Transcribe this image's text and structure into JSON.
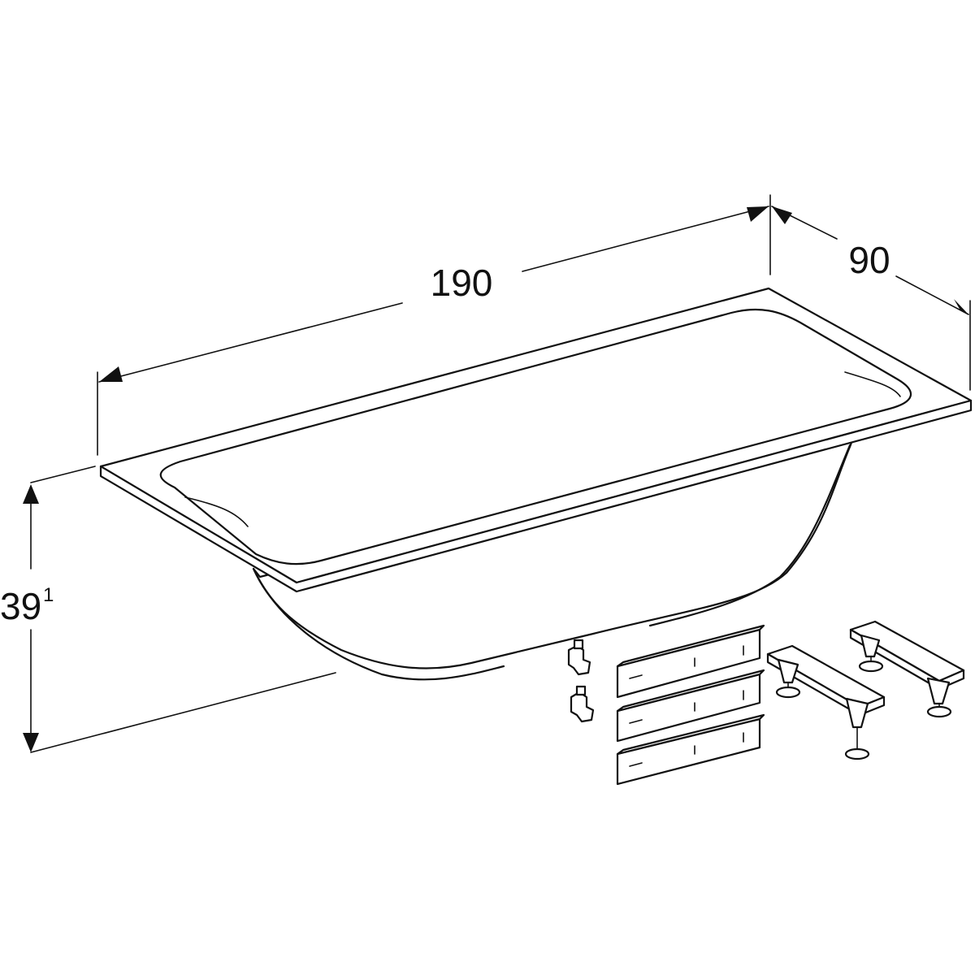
{
  "drawing": {
    "length_label": "190",
    "width_label": "90",
    "height_label": "39",
    "height_superscript": "1"
  }
}
